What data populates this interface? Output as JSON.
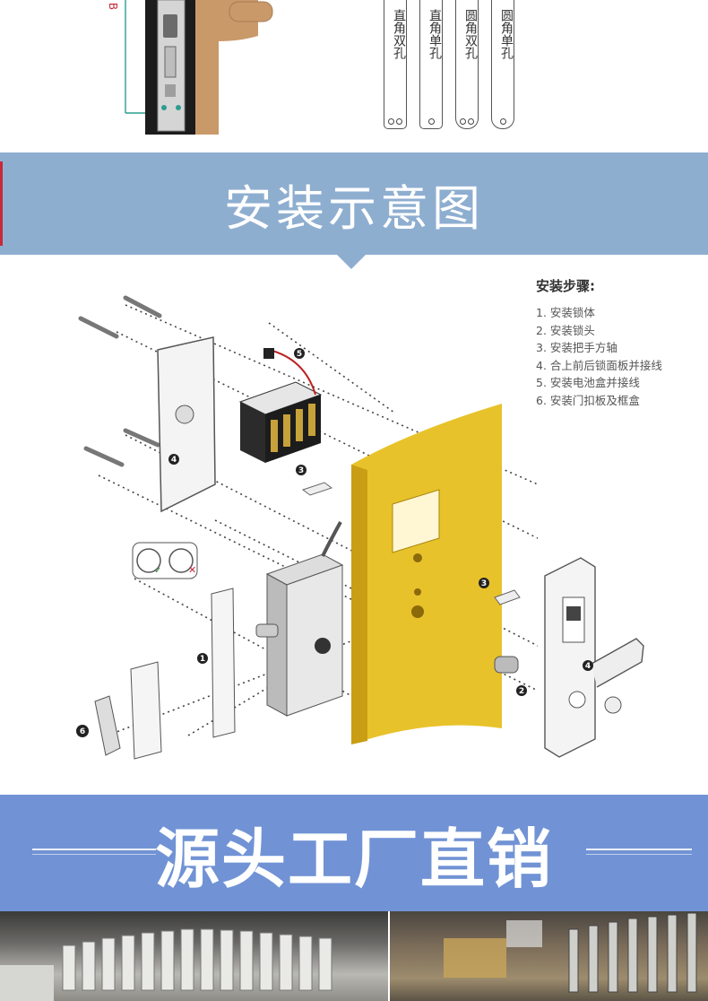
{
  "strike_plate_options": [
    {
      "label": "直角双孔",
      "holes": 2
    },
    {
      "label": "直角单孔",
      "holes": 1
    },
    {
      "label": "圆角双孔",
      "holes": 2
    },
    {
      "label": "圆角单孔",
      "holes": 1
    }
  ],
  "dimension_marker": "B",
  "section_install": {
    "title": "安装示意图"
  },
  "install_steps": {
    "title": "安装步骤:",
    "items": [
      "1. 安装锁体",
      "2. 安装锁头",
      "3. 安装把手方轴",
      "4. 合上前后锁面板并接线",
      "5. 安装电池盒并接线",
      "6. 安装门扣板及框盒"
    ]
  },
  "diagram_callouts": [
    "1",
    "2",
    "3",
    "3",
    "4",
    "4",
    "5",
    "6"
  ],
  "section_factory": {
    "title": "源头工厂直销"
  },
  "colors": {
    "banner_install": "#8eaed0",
    "banner_factory": "#7193d5",
    "door_gold": "#e8c22a",
    "accent_red": "#c8283a"
  }
}
